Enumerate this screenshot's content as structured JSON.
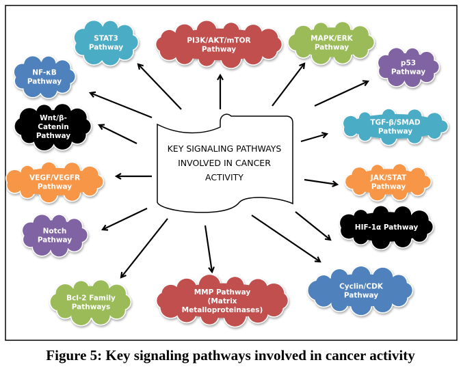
{
  "center": {
    "lines": [
      "KEY SIGNALING PATHWAYS",
      "INVOLVED IN CANCER",
      "ACTIVITY"
    ]
  },
  "pathways": [
    {
      "lines": [
        "STAT3",
        "Pathway"
      ],
      "color": "#4bacc6"
    },
    {
      "lines": [
        "PI3K/AKT/mTOR",
        "Pathway"
      ],
      "color": "#c0504d"
    },
    {
      "lines": [
        "MAPK/ERK",
        "Pathway"
      ],
      "color": "#9bbb59"
    },
    {
      "lines": [
        "p53",
        "Pathway"
      ],
      "color": "#8064a2"
    },
    {
      "lines": [
        "NF-κB",
        "Pathway"
      ],
      "color": "#4f81bd"
    },
    {
      "lines": [
        "TGF-β/SMAD",
        "Pathway"
      ],
      "color": "#4bacc6"
    },
    {
      "lines": [
        "Wnt/β-",
        "Catenin",
        "Pathway"
      ],
      "color": "#000000"
    },
    {
      "lines": [
        "VEGF/VEGFR",
        "Pathway"
      ],
      "color": "#f79646"
    },
    {
      "lines": [
        "JAK/STAT",
        "Pathway"
      ],
      "color": "#f79646"
    },
    {
      "lines": [
        "Notch",
        "Pathway"
      ],
      "color": "#8064a2"
    },
    {
      "lines": [
        "HIF-1α Pathway"
      ],
      "color": "#000000"
    },
    {
      "lines": [
        "Bcl-2 Family",
        "Pathways"
      ],
      "color": "#9bbb59"
    },
    {
      "lines": [
        "MMP Pathway",
        "(Matrix",
        "Metalloproteinases)"
      ],
      "color": "#c0504d"
    },
    {
      "lines": [
        "Cyclin/CDK",
        "Pathway"
      ],
      "color": "#4f81bd"
    }
  ],
  "caption": "Figure 5: Key signaling pathways involved in cancer activity"
}
